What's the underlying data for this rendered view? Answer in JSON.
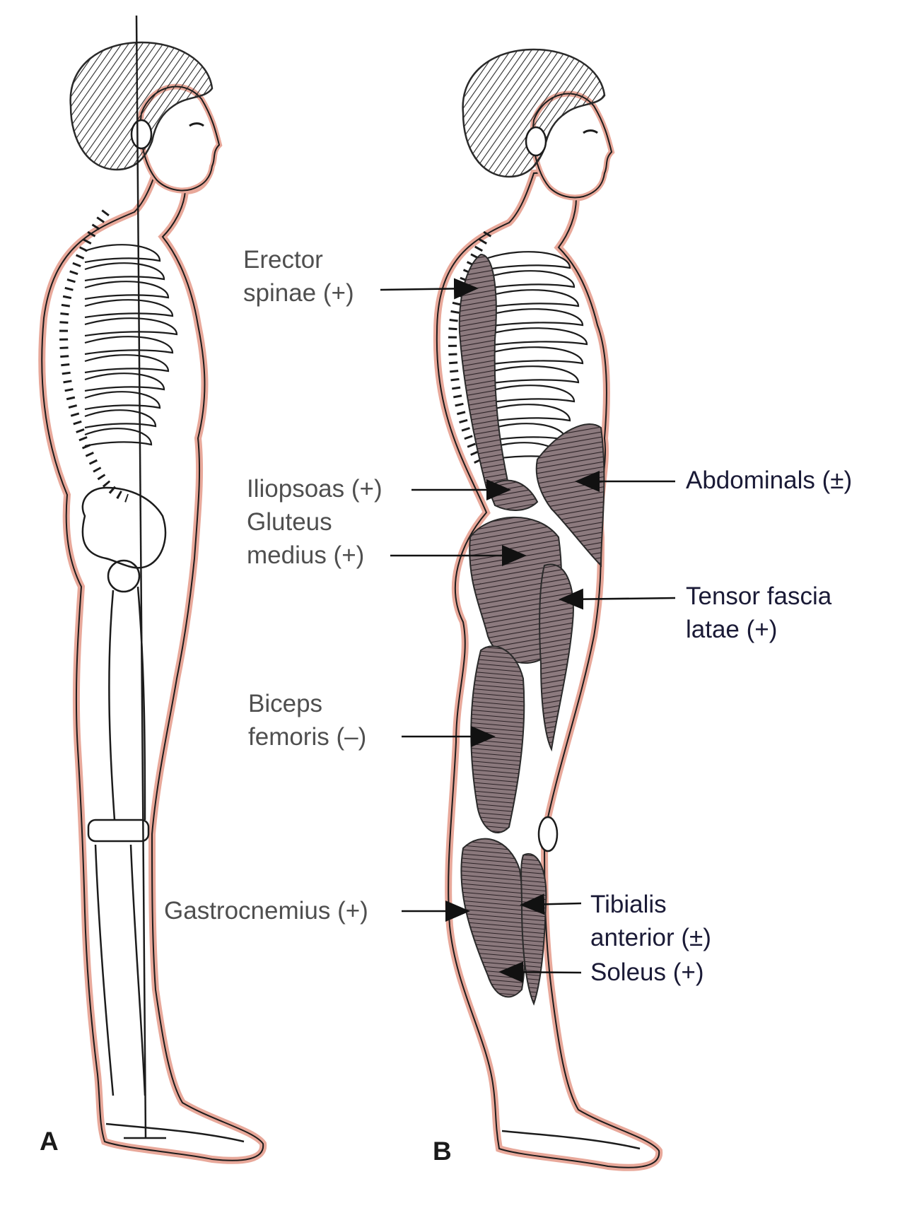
{
  "figure": {
    "panels": [
      {
        "letter": "A"
      },
      {
        "letter": "B"
      }
    ]
  },
  "labels": {
    "erector": {
      "line1": "Erector",
      "line2": "spinae (+)"
    },
    "iliopsoas": {
      "line1": "Iliopsoas (+)"
    },
    "gluteus": {
      "line1": "Gluteus",
      "line2": "medius (+)"
    },
    "biceps": {
      "line1": "Biceps",
      "line2": "femoris (–)"
    },
    "gastrocnemius": {
      "line1": "Gastrocnemius (+)"
    },
    "abdominals": {
      "line1": "Abdominals (±)"
    },
    "tensor": {
      "line1": "Tensor fascia",
      "line2": "latae (+)"
    },
    "tibialis": {
      "line1": "Tibialis",
      "line2": "anterior (±)"
    },
    "soleus": {
      "line1": "Soleus (+)"
    }
  },
  "colors": {
    "skin_outline": "#e8a89a",
    "ink": "#1c1c1c",
    "hair": "#3a3a3a",
    "muscle": "#5a4b4f",
    "label_gray": "#4f4f4f",
    "label_navy": "#1a1a36"
  }
}
